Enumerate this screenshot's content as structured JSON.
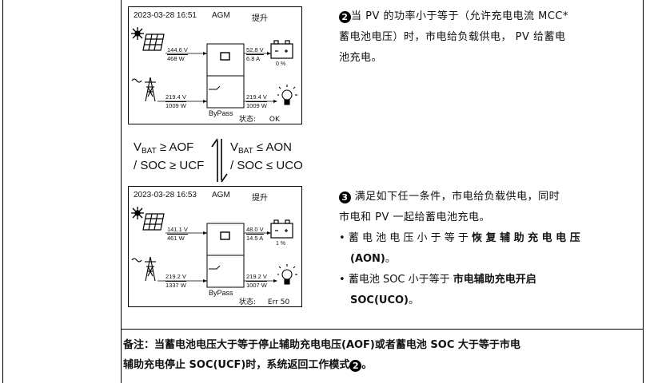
{
  "screen1": {
    "datetime": "2023-03-28  16:51",
    "battery_type": "AGM",
    "mode": "提升",
    "pv_voltage": "144.6 V",
    "pv_power": "468  W",
    "bat_voltage": "52.8 V",
    "bat_current": "6.8  A",
    "bat_soc": "0 %",
    "grid_voltage": "219.4 V",
    "grid_power": "1009  W",
    "load_voltage": "219.4 V",
    "load_power": "1009  W",
    "bypass": "ByPass",
    "status_label": "状态:",
    "status_value": "OK"
  },
  "screen2": {
    "datetime": "2023-03-28  16:53",
    "battery_type": "AGM",
    "mode": "提升",
    "pv_voltage": "141.1 V",
    "pv_power": "461  W",
    "bat_voltage": "48.0 V",
    "bat_current": "14.5 A",
    "bat_soc": "1 %",
    "grid_voltage": "219.2 V",
    "grid_power": "1337 W",
    "load_voltage": "219.2 V",
    "load_power": "1007 W",
    "bypass": "ByPass",
    "status_label": "状态:",
    "status_value": "Err  50"
  },
  "transition": {
    "left_line1_prefix": "V",
    "left_line1_sub": "BAT",
    "left_line1_rest": " ≥ AOF",
    "left_line2": "/ SOC ≥ UCF",
    "right_line1_prefix": "V",
    "right_line1_sub": "BAT",
    "right_line1_rest": " ≤ AON",
    "right_line2": "/ SOC ≤ UCO"
  },
  "desc2": {
    "marker": "2",
    "line1": "当 PV 的功率小于等于（允许充电电流 MCC*",
    "line2": "蓄电池电压）时，市电给负载供电， PV 给蓄电",
    "line3": "池充电。"
  },
  "desc3": {
    "marker": "3",
    "line1": " 满足如下任一条件，市电给负载供电，同时",
    "line2": "市电和 PV 一起给蓄电池充电。",
    "bullet1_a": "蓄 电 池 电 压 小 于 等 于 ",
    "bullet1_b": "恢 复 辅 助 充 电 电 压",
    "bullet1_c": "(AON)",
    "bullet1_d": "。",
    "bullet2_a": "蓄电池 SOC 小于等于 ",
    "bullet2_b": "市电辅助充电开启",
    "bullet2_c": "SOC(UCO)",
    "bullet2_d": "。"
  },
  "note": {
    "line1": "备注：当蓄电池电压大于等于停止辅助充电电压(AOF)或者蓄电池 SOC 大于等于市电",
    "line2": "辅助充电停止 SOC(UCF)时，系统返回工作模式",
    "marker": "2",
    "end": "。"
  }
}
